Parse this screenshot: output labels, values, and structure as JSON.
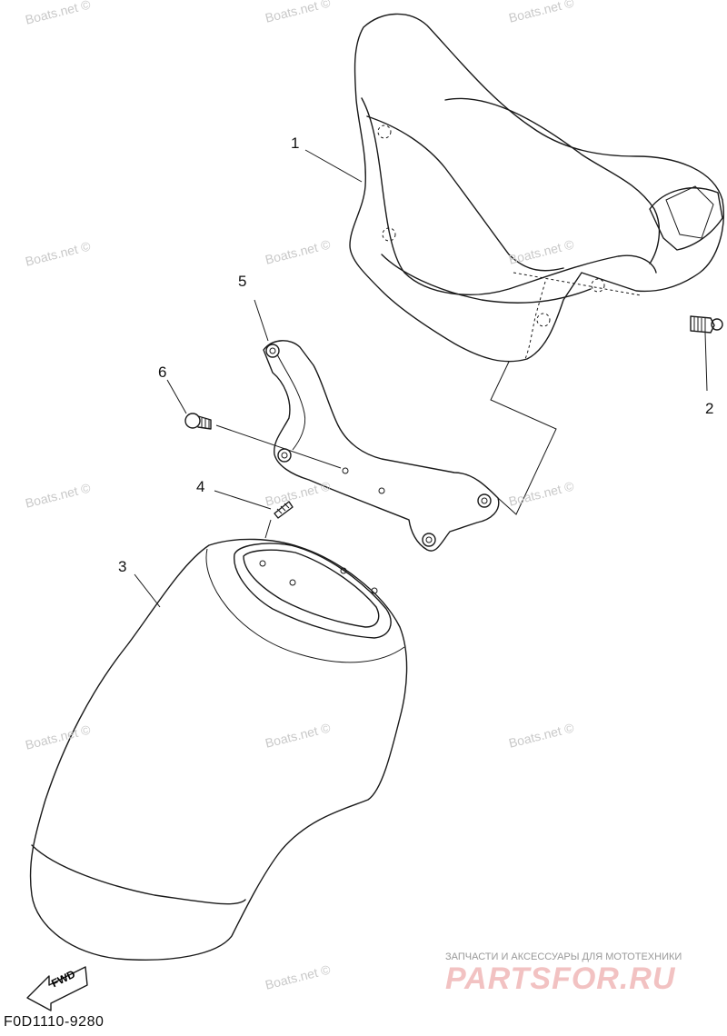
{
  "diagram": {
    "callouts": [
      "1",
      "2",
      "3",
      "4",
      "5",
      "6"
    ],
    "fwd_label": "FWD",
    "drawing_code": "F0D1110-9280",
    "watermark": "Boats.net ©",
    "brand_tagline": "ЗАПЧАСТИ И АКСЕССУАРЫ ДЛЯ МОТОТЕХНИКИ",
    "brand_logo_text": "PARTSFOR.RU"
  }
}
